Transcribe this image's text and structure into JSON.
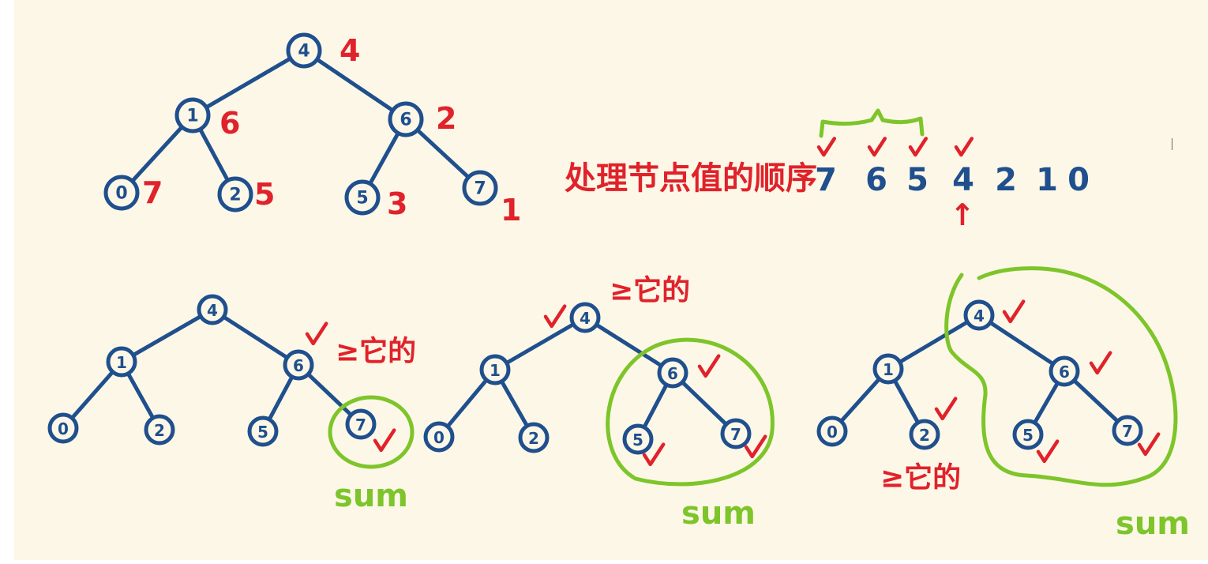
{
  "colors": {
    "background": "#fdf7e7",
    "tree": "#1f4f8d",
    "rank": "#e0222b",
    "check": "#e0222b",
    "sum": "#7dc52a"
  },
  "tree_nodes": {
    "root": "4",
    "left": "1",
    "right": "6",
    "ll": "0",
    "lr": "2",
    "rl": "5",
    "rr": "7"
  },
  "ranks": {
    "root": "4",
    "left": "6",
    "right": "2",
    "ll": "7",
    "lr": "5",
    "rl": "3",
    "rr": "1"
  },
  "order": {
    "title": "处理节点值的顺序",
    "values": [
      "7",
      "6",
      "5",
      "4",
      "2",
      "1",
      "0"
    ],
    "checked": [
      true,
      true,
      true,
      true,
      false,
      false,
      false
    ],
    "arrow": "↑"
  },
  "ge_label": "≥它的",
  "sum_label": "sum"
}
